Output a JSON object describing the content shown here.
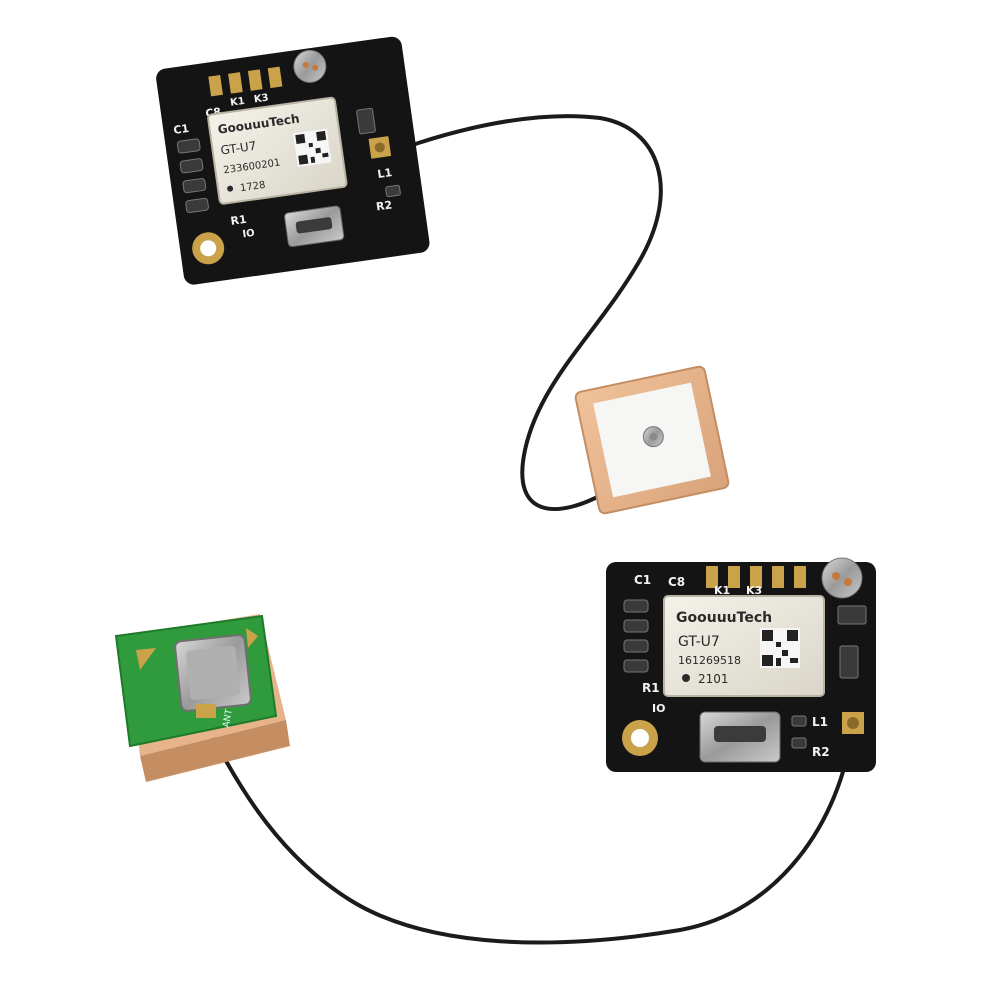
{
  "colors": {
    "background": "#ffffff",
    "pcb": "#141414",
    "gold": "#c9a24a",
    "module_shield": "#e9e6dc",
    "ceramic": "#e8b48a",
    "cable": "#1b1b1b",
    "green_pcb": "#2f9b3c"
  },
  "module_top": {
    "brand": "GoouuuTech",
    "model": "GT-U7",
    "serial": "233600201",
    "date": "1728",
    "silk": {
      "c1": "C1",
      "c8": "C8",
      "k1": "K1",
      "k3": "K3",
      "r1": "R1",
      "r2": "R2",
      "l1": "L1",
      "io": "IO"
    }
  },
  "module_bottom": {
    "brand": "GoouuuTech",
    "model": "GT-U7",
    "serial": "161269518",
    "date": "2101",
    "silk": {
      "c1": "C1",
      "c8": "C8",
      "k1": "K1",
      "k3": "K3",
      "r1": "R1",
      "r2": "R2",
      "l1": "L1",
      "io": "IO"
    }
  },
  "icons": [
    "qr-code-icon",
    "micro-usb-port-icon",
    "ufl-connector-icon",
    "mounting-hole-icon"
  ]
}
